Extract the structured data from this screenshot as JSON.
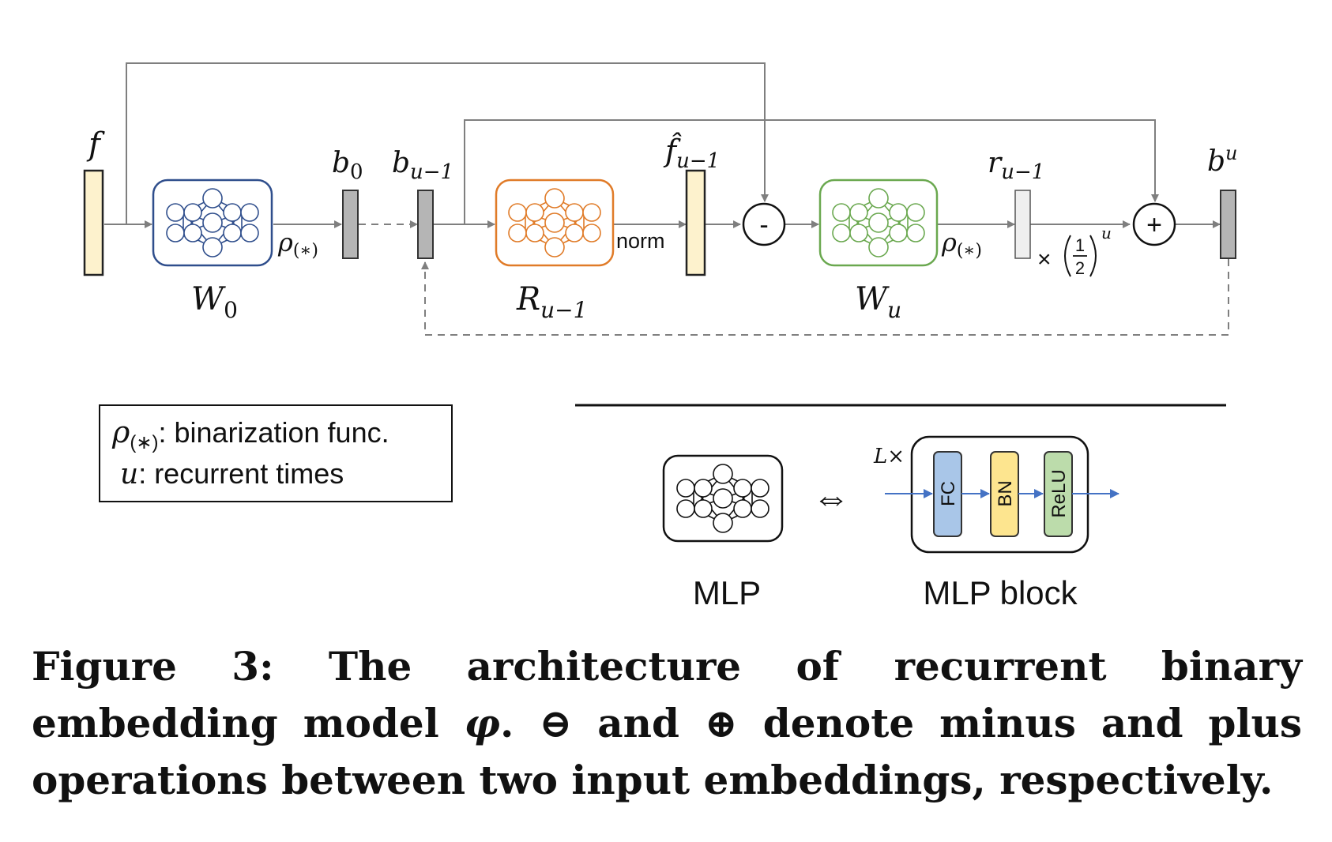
{
  "diagram": {
    "symbols": {
      "f": "f",
      "b0_base": "b",
      "b0_sub": "0",
      "bu1_base": "b",
      "bu1_sub": "u−1",
      "fhat_base": "f̂",
      "fhat_sub": "u−1",
      "r_base": "r",
      "r_sub": "u−1",
      "bu_base": "b",
      "bu_sup": "u",
      "rho": "ρ",
      "rho_sub": "(∗)",
      "scale_times": "×",
      "scale_num": "1",
      "scale_den": "2",
      "scale_exp": "u",
      "minus": "-",
      "plus": "+"
    },
    "labels": {
      "W0_base": "W",
      "W0_sub": "0",
      "R_base": "R",
      "R_sub": "u−1",
      "Wu_base": "W",
      "Wu_sub": "u",
      "norm": "norm"
    },
    "colors": {
      "w0": "#2f4e8c",
      "r": "#e07b28",
      "wu": "#6aa84f",
      "f_fill": "#fdf2cd",
      "b_fill": "#b5b5b5",
      "r_fill": "#efefef",
      "arrow": "#7f7f7f",
      "block_arrow": "#4472c4",
      "fc": "#a9c6e8",
      "bn": "#fde58f",
      "relu": "#bcdcab"
    }
  },
  "legend": {
    "rho": "ρ",
    "rho_sub": "(∗)",
    "rho_text": ": binarization func.",
    "u": "u",
    "u_text": ": recurrent times"
  },
  "mlp_legend": {
    "mlp_label": "MLP",
    "equiv": "⇔",
    "block_label": "MLP block",
    "repeat": "L×",
    "layers": [
      "FC",
      "BN",
      "ReLU"
    ]
  },
  "caption": {
    "lead": "Figure 3: The architecture of recurrent binary embedding model ",
    "phi": "φ",
    "mid1": ". ⊖ and ⊕ denote minus and plus operations between two input embeddings, respectively."
  }
}
